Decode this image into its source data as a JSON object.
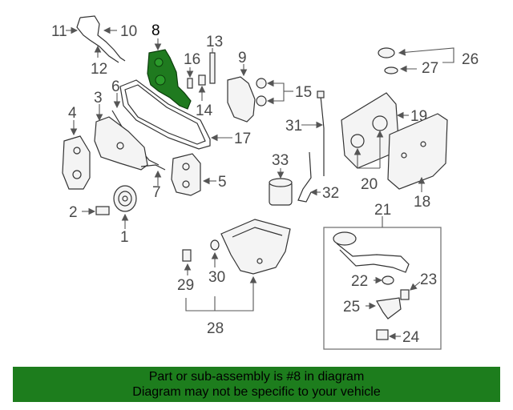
{
  "diagram": {
    "highlight_color": "#1f7a1f",
    "labels": {
      "p1": "1",
      "p2": "2",
      "p3": "3",
      "p4": "4",
      "p5": "5",
      "p6": "6",
      "p7": "7",
      "p8": "8",
      "p9": "9",
      "p10": "10",
      "p11": "11",
      "p12": "12",
      "p13": "13",
      "p14": "14",
      "p15": "15",
      "p16": "16",
      "p17": "17",
      "p18": "18",
      "p19": "19",
      "p20": "20",
      "p21": "21",
      "p22": "22",
      "p23": "23",
      "p24": "24",
      "p25": "25",
      "p26": "26",
      "p27": "27",
      "p28": "28",
      "p29": "29",
      "p30": "30",
      "p31": "31",
      "p32": "32",
      "p33": "33"
    }
  },
  "banner": {
    "color": "#1d7d1d",
    "line1": "Part or sub-assembly is #8 in diagram",
    "line2": "Diagram may not be specific to your vehicle"
  }
}
